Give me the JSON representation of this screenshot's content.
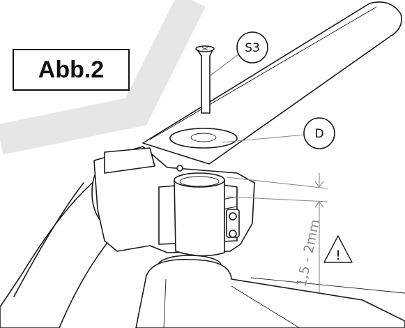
{
  "figure": {
    "label": "Abb.2",
    "callouts": [
      {
        "id": "screw",
        "text": "S3"
      },
      {
        "id": "washer",
        "text": "D"
      }
    ],
    "dimension": {
      "text": "1,5 - 2mm"
    },
    "warning_symbol": "!",
    "colors": {
      "line": "#1a1a1a",
      "dimension": "#8a8a8a",
      "background_stroke": "#e5e5e5"
    }
  }
}
